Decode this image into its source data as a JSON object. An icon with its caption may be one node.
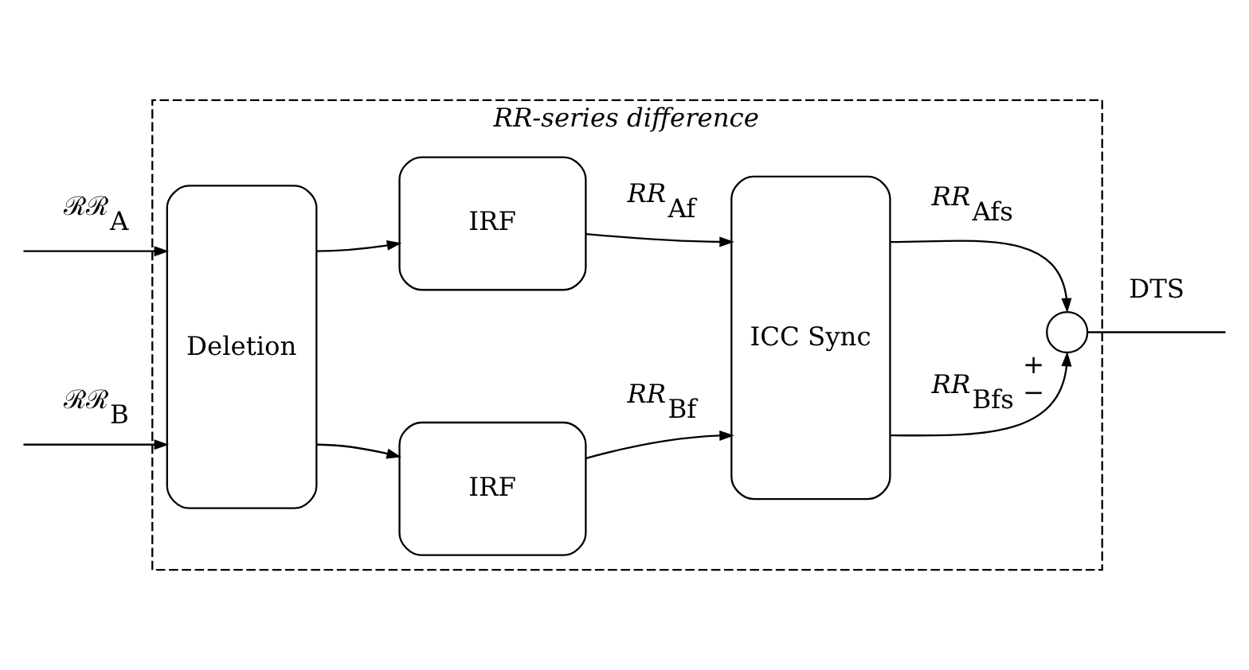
{
  "diagram": {
    "nodes": [
      {
        "text": [
          "*RR-series difference*"
        ]
      },
      {
        "text": [
          "Deletion"
        ],
        "in": 0
      },
      {
        "text": [
          "IRF"
        ],
        "in": 0
      },
      {
        "text": [
          "IRF"
        ],
        "in": 0
      },
      {
        "text": [
          "ICC Sync"
        ],
        "in": 0
      },
      {
        "text": [],
        "shape": "circle",
        "in": 0,
        "beside": [
          "+",
          "−"
        ]
      }
    ],
    "edges": [
      {
        "from": null,
        "to": 1,
        "arrow": "to",
        "label": "ℛℛ$_{A}$"
      },
      {
        "from": null,
        "to": 1,
        "arrow": "to",
        "label": "ℛℛ$_{B}$"
      },
      {
        "from": 1,
        "to": 2,
        "arrow": "to"
      },
      {
        "from": 1,
        "to": 3,
        "arrow": "to"
      },
      {
        "from": 2,
        "to": 4,
        "arrow": "to",
        "label": "*RR*$_{Af}$"
      },
      {
        "from": 3,
        "to": 4,
        "arrow": "to",
        "label": "*RR*$_{Bf}$"
      },
      {
        "from": 4,
        "to": 5,
        "arrow": "to",
        "label": "*RR*$_{Afs}$"
      },
      {
        "from": 4,
        "to": 5,
        "arrow": "to",
        "label": "*RR*$_{Bfs}$"
      },
      {
        "from": 5,
        "to": null,
        "arrow": "none",
        "label": "DTS"
      }
    ]
  }
}
